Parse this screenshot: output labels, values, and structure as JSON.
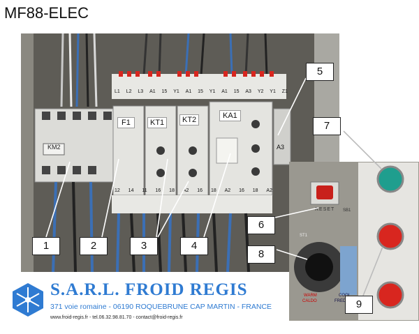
{
  "title": "MF88-ELEC",
  "callouts": [
    "1",
    "2",
    "3",
    "4",
    "5",
    "6",
    "7",
    "8",
    "9"
  ],
  "photo": {
    "km2": {
      "label": "KM2"
    },
    "f1": {
      "label": "F1"
    },
    "kt1": {
      "label": "KT1"
    },
    "kt2": {
      "label": "KT2"
    },
    "ka1": {
      "label": "KA1"
    },
    "a3": {
      "label": "A3"
    },
    "top_terminals": [
      "L1",
      "L2",
      "L3",
      "A1",
      "15",
      "Y1",
      "A1",
      "15",
      "Y1",
      "A1",
      "15",
      "A3",
      "Y2",
      "Y1",
      "Z1"
    ],
    "bottom_terminals": [
      "12",
      "14",
      "11",
      "16",
      "18",
      "A2",
      "16",
      "18",
      "A2",
      "16",
      "18",
      "A2"
    ],
    "inset": {
      "reset": "RESET",
      "sb1": "SB1",
      "st1": "ST1",
      "warm": "WARM",
      "caldo": "CALDO",
      "cool": "COOL",
      "freddo": "FREDDO"
    }
  },
  "company": {
    "name": "S.A.R.L. FROID REGIS",
    "address": "371 voie romaine - 06190 ROQUEBRUNE CAP MARTIN - FRANCE",
    "contact": "www.froid-regis.fr - tel.06.32.98.81.70 - contact@froid-regis.fr"
  },
  "colors": {
    "brand_blue": "#2f7bd2",
    "relay_gray": "#dcdcd8",
    "led_green": "#1f9e8e",
    "led_red": "#d8261f",
    "wire_blue": "#3b6fb5"
  }
}
